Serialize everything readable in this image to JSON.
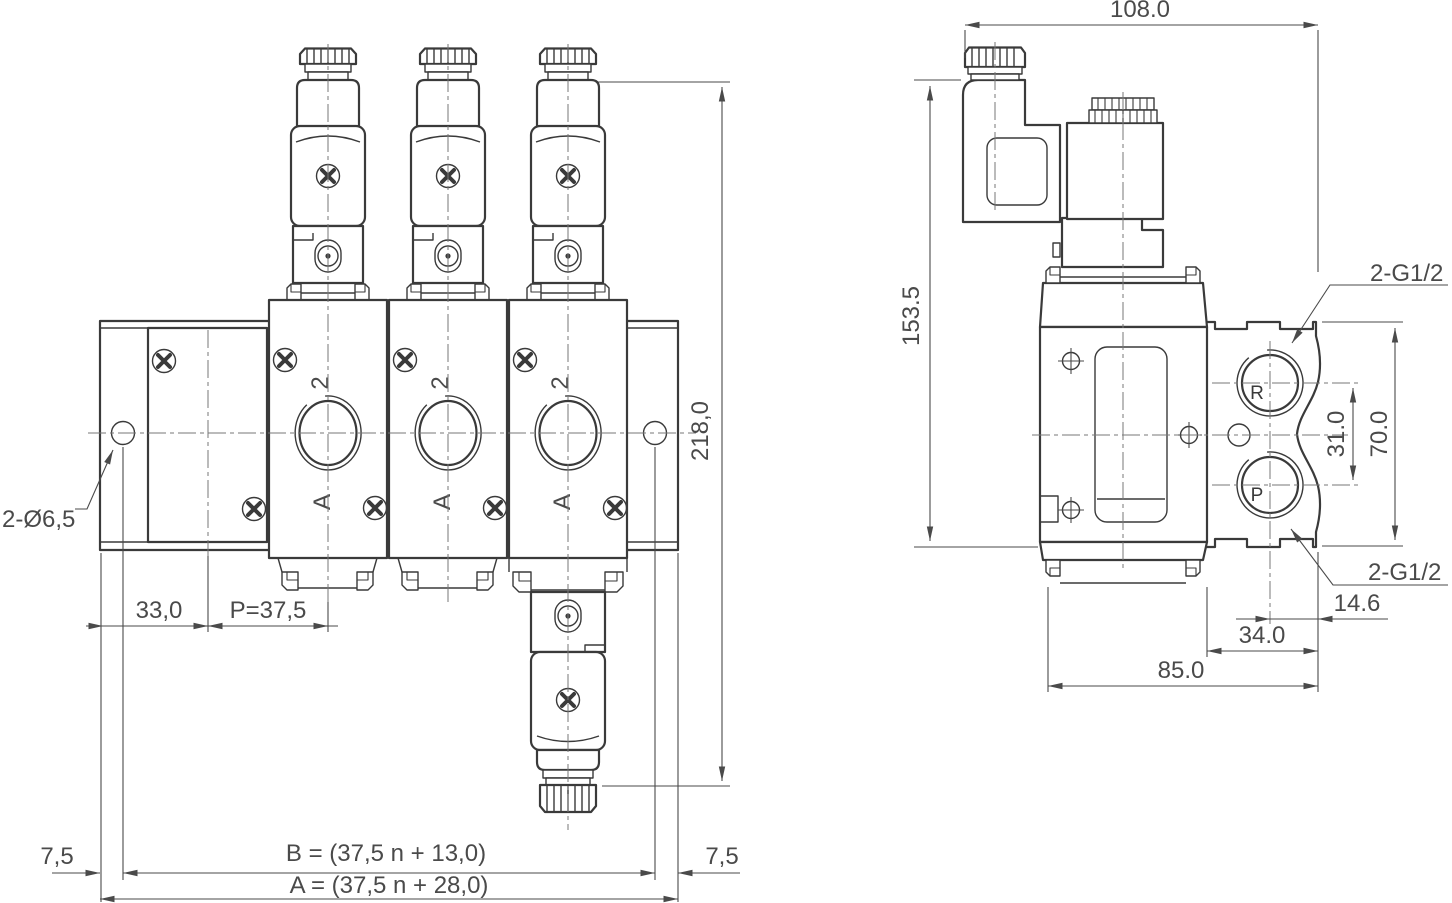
{
  "labels": {
    "front": {
      "holes_note": "2-Ø6,5",
      "hole_offset": "33,0",
      "valve_pitch": "P=37,5",
      "total_height": "218,0",
      "edge_left": "7,5",
      "edge_right": "7,5",
      "hole_span_formula": "B = (37,5 n + 13,0)",
      "total_width_formula": "A = (37,5 n + 28,0)",
      "valve_port_top": "2",
      "valve_port_bottom": "A"
    },
    "side": {
      "total_width": "108.0",
      "total_height": "153.5",
      "thread_note_top": "2-G1/2",
      "thread_note_bottom": "2-G1/2",
      "port_spacing": "31.0",
      "plate_height": "70.0",
      "port_edge_offset": "14.6",
      "port_block_width": "34.0",
      "body_depth": "85.0",
      "port_r": "R",
      "port_p": "P"
    }
  }
}
